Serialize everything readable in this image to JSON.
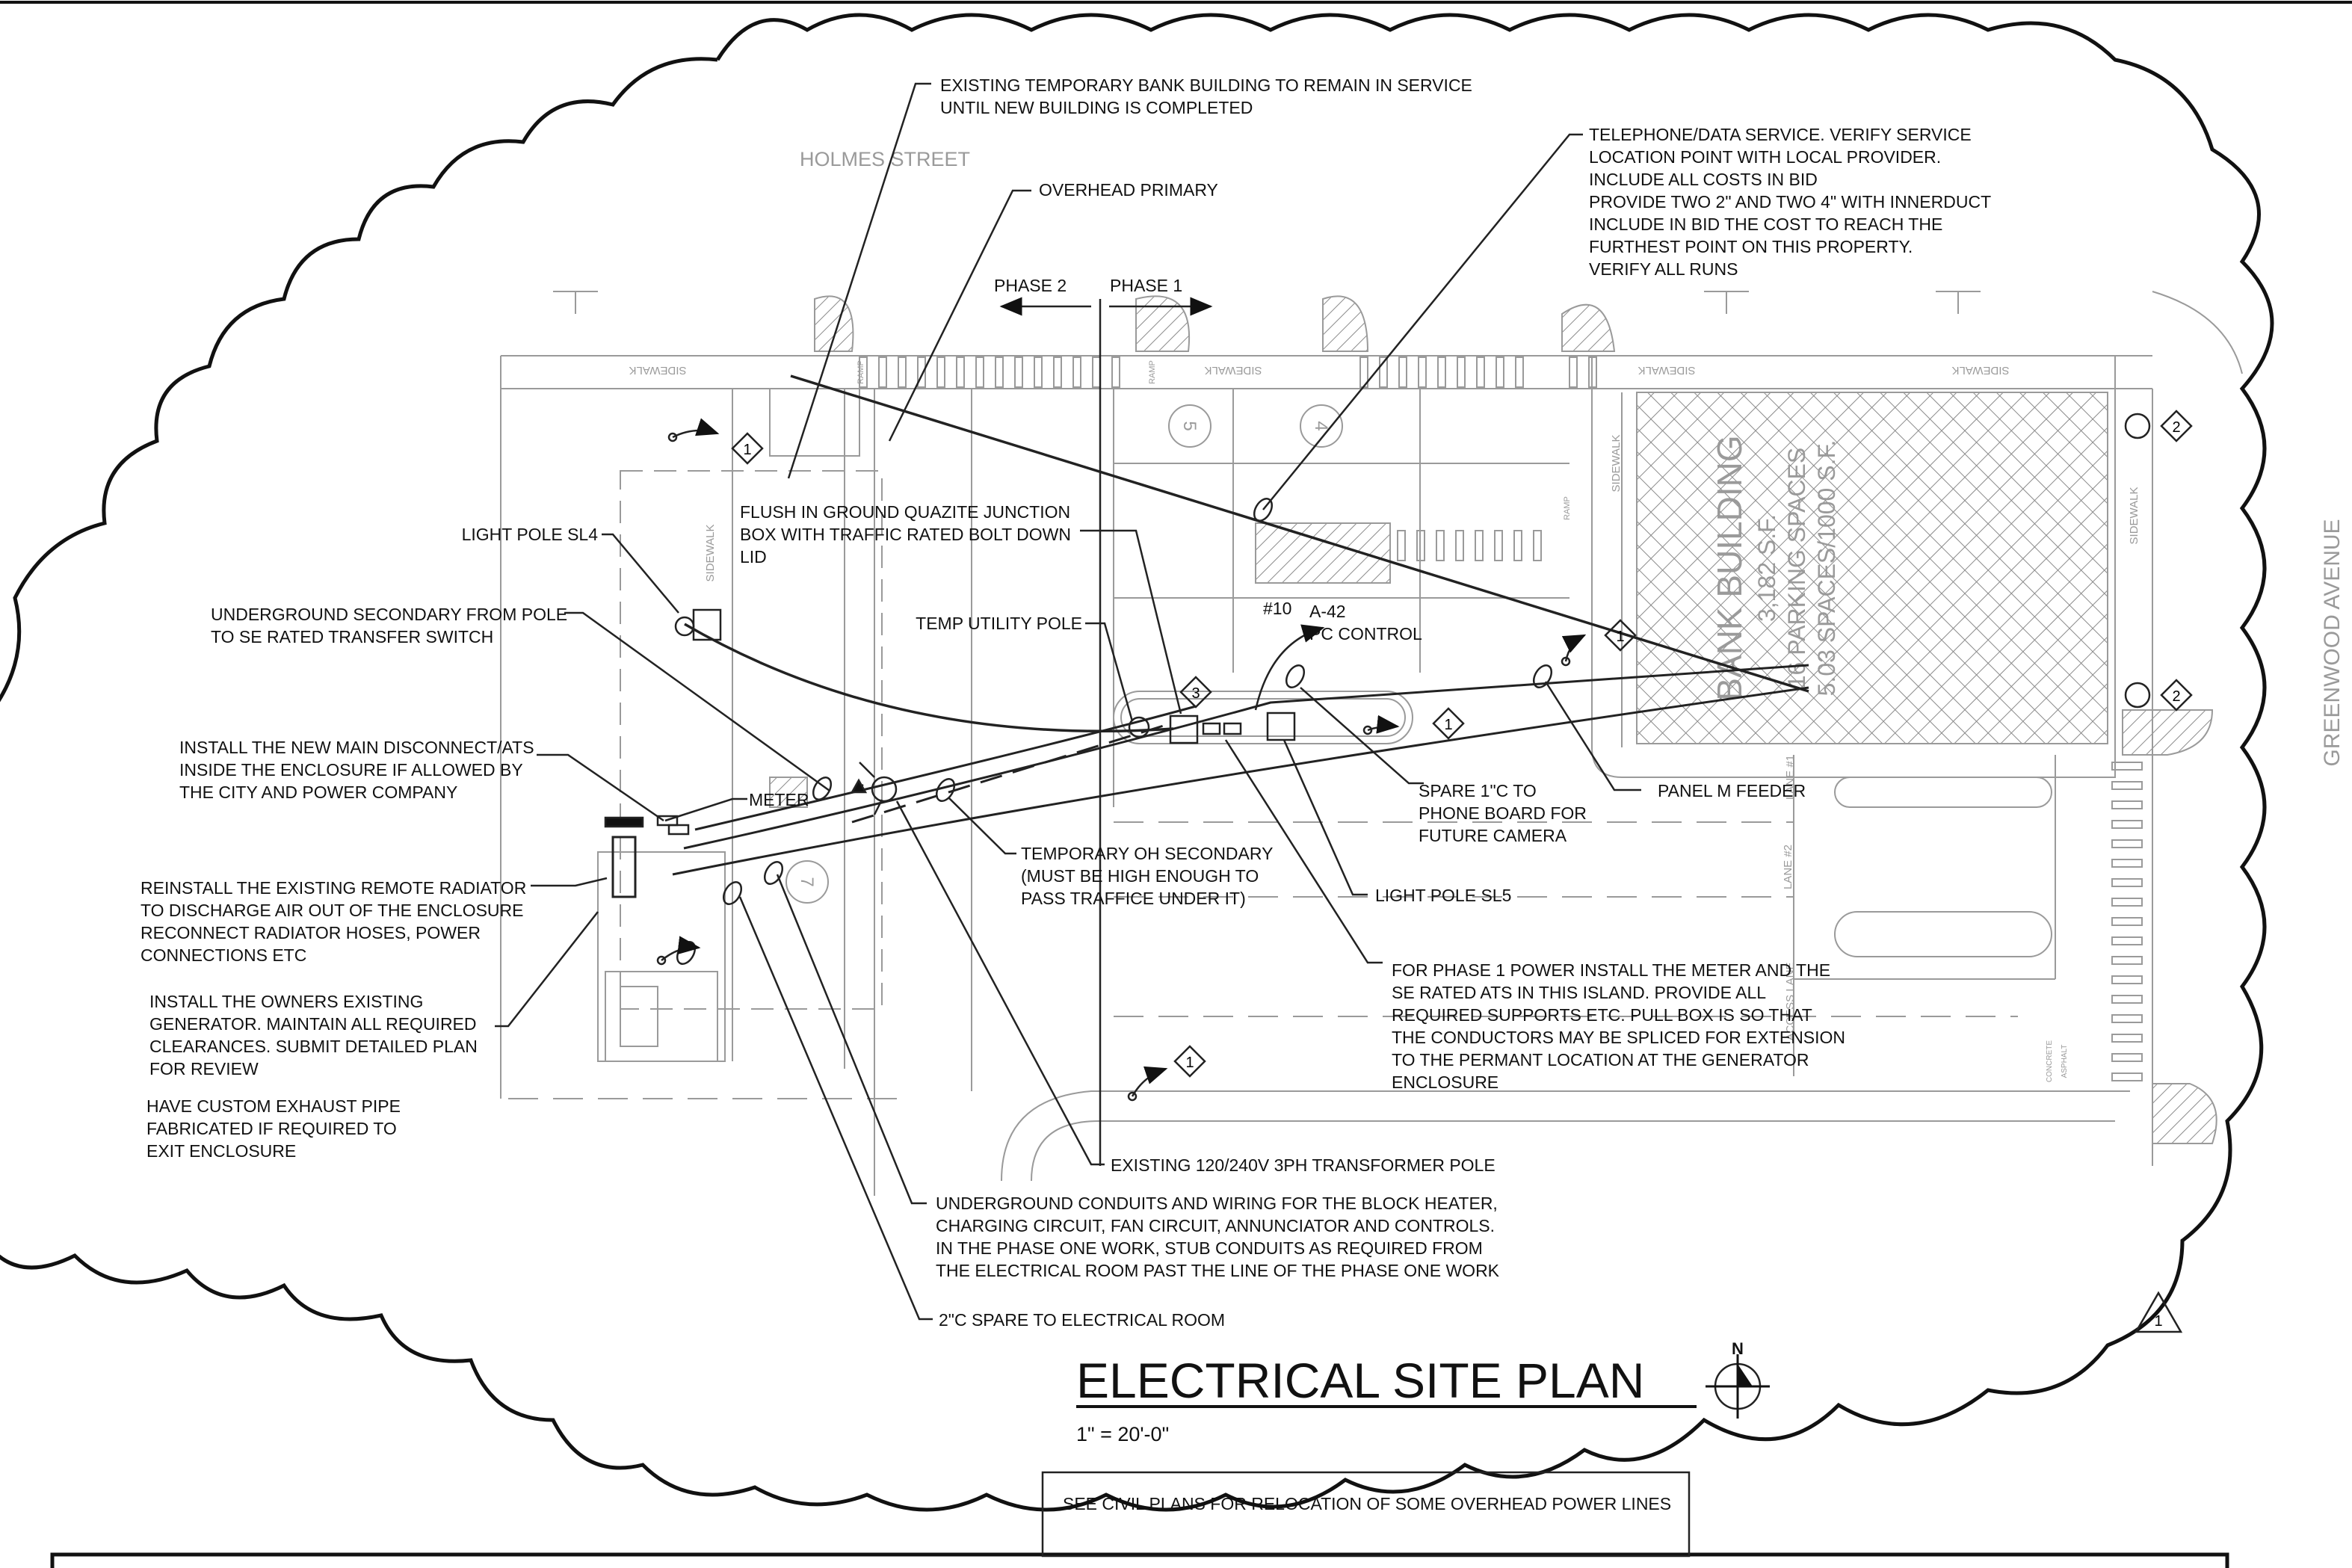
{
  "drawing": {
    "title": "ELECTRICAL SITE PLAN",
    "scale": "1\" = 20'-0\"",
    "civil_note": "SEE CIVIL PLANS FOR RELOCATION OF SOME OVERHEAD POWER LINES",
    "revision_tag": "1"
  },
  "streets": {
    "north": "HOLMES STREET",
    "east": "GREENWOOD AVENUE"
  },
  "site_labels": {
    "sidewalk": "SIDEWALK",
    "ramp": "RAMP",
    "phase2": "PHASE 2",
    "phase1": "PHASE 1",
    "lane2": "LANE #2",
    "lane1": "LANE #1",
    "access_lane": "ACCESS LANE",
    "concrete": "CONCRETE",
    "asphalt": "ASPHALT",
    "parking_5": "5",
    "parking_4": "4",
    "parking_7": "7",
    "building": {
      "line1": "BANK BUILDING",
      "line2": "3,182 S.F.",
      "line3": "16 PARKING SPACES",
      "line4": "5.03 SPACES/1000 S.F."
    }
  },
  "tags": {
    "t1": "1",
    "t2": "2",
    "t3": "3"
  },
  "notes": {
    "temp_bank": [
      "EXISTING TEMPORARY BANK BUILDING TO REMAIN IN SERVICE",
      "UNTIL NEW BUILDING IS COMPLETED"
    ],
    "overhead_primary": "OVERHEAD PRIMARY",
    "telephone": [
      "TELEPHONE/DATA SERVICE. VERIFY SERVICE",
      "LOCATION POINT WITH LOCAL PROVIDER.",
      "INCLUDE ALL COSTS IN BID",
      "PROVIDE TWO 2\" AND TWO 4\" WITH INNERDUCT",
      "INCLUDE IN BID THE COST TO REACH THE",
      "FURTHEST POINT ON THIS PROPERTY.",
      "VERIFY ALL RUNS"
    ],
    "flush_box": [
      "FLUSH IN GROUND QUAZITE JUNCTION",
      "BOX WITH TRAFFIC RATED BOLT DOWN",
      "LID"
    ],
    "light_pole_sl4": "LIGHT POLE SL4",
    "underground_secondary": [
      "UNDERGROUND SECONDARY FROM POLE",
      "TO SE RATED TRANSFER SWITCH"
    ],
    "temp_utility_pole": "TEMP UTILITY POLE",
    "circuit": "#10",
    "a42": "A-42",
    "pc_control": "PC CONTROL",
    "install_main": [
      "INSTALL THE NEW MAIN DISCONNECT/ATS",
      "INSIDE THE ENCLOSURE IF ALLOWED BY",
      "THE CITY AND POWER COMPANY"
    ],
    "meter": "METER",
    "spare_1c": [
      "SPARE 1\"C TO",
      "PHONE BOARD FOR",
      "FUTURE CAMERA"
    ],
    "panel_m": "PANEL M FEEDER",
    "reinstall_radiator": [
      "REINSTALL THE EXISTING REMOTE RADIATOR",
      "TO DISCHARGE AIR OUT OF THE ENCLOSURE",
      "RECONNECT RADIATOR HOSES, POWER",
      "CONNECTIONS ETC"
    ],
    "temp_oh": [
      "TEMPORARY OH SECONDARY",
      "(MUST BE HIGH ENOUGH TO",
      "PASS TRAFFICE UNDER IT)"
    ],
    "light_pole_sl5": "LIGHT POLE SL5",
    "install_generator": [
      "INSTALL THE OWNERS EXISTING",
      "GENERATOR. MAINTAIN ALL REQUIRED",
      "CLEARANCES. SUBMIT DETAILED PLAN",
      "FOR REVIEW"
    ],
    "phase1_power": [
      "FOR PHASE 1 POWER INSTALL THE METER AND THE",
      "SE RATED ATS IN THIS ISLAND. PROVIDE ALL",
      "REQUIRED SUPPORTS ETC. PULL BOX IS SO THAT",
      "THE CONDUCTORS MAY BE SPLICED FOR EXTENSION",
      "TO THE PERMANT LOCATION AT THE GENERATOR",
      "ENCLOSURE"
    ],
    "exhaust": [
      "HAVE CUSTOM EXHAUST PIPE",
      "FABRICATED IF REQUIRED TO",
      "EXIT ENCLOSURE"
    ],
    "transformer_pole": "EXISTING 120/240V 3PH TRANSFORMER POLE",
    "underground_conduits": [
      "UNDERGROUND CONDUITS AND WIRING FOR THE BLOCK HEATER,",
      "CHARGING CIRCUIT, FAN CIRCUIT, ANNUNCIATOR AND CONTROLS.",
      "IN THE PHASE ONE WORK, STUB CONDUITS AS REQUIRED FROM",
      "THE ELECTRICAL ROOM PAST THE LINE OF THE PHASE ONE WORK"
    ],
    "spare_2c": "2\"C SPARE TO ELECTRICAL ROOM"
  }
}
